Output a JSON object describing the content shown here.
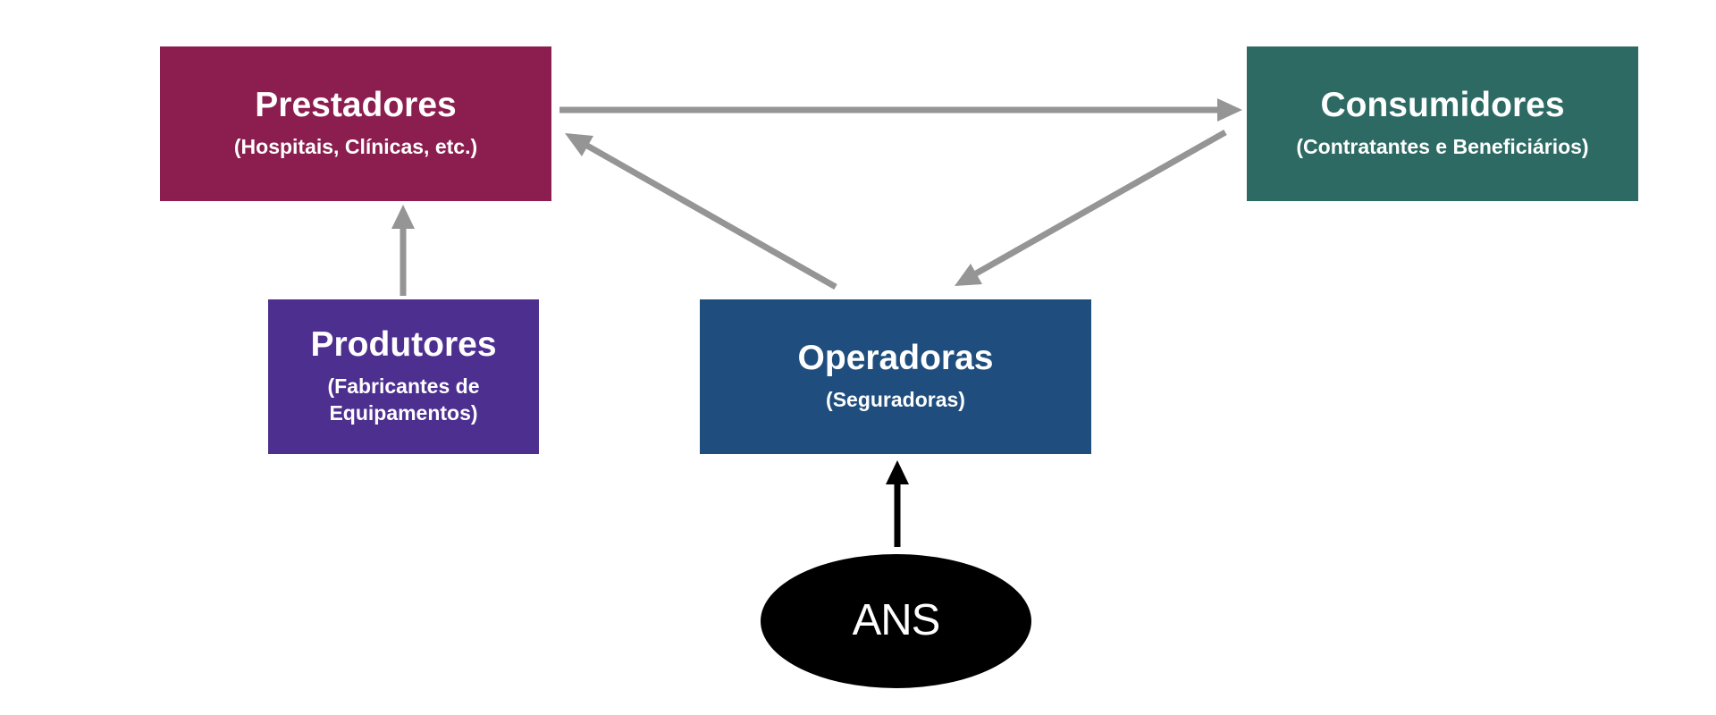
{
  "diagram": {
    "nodes": {
      "prestadores": {
        "title": "Prestadores",
        "subtitle": "(Hospitais, Clínicas, etc.)",
        "color": "#8B1E4E"
      },
      "consumidores": {
        "title": "Consumidores",
        "subtitle": "(Contratantes e Beneficiários)",
        "color": "#2D6A63"
      },
      "produtores": {
        "title": "Produtores",
        "subtitle": "(Fabricantes de Equipamentos)",
        "color": "#4D2F8F"
      },
      "operadoras": {
        "title": "Operadoras",
        "subtitle": "(Seguradoras)",
        "color": "#1F4E7E"
      },
      "ans": {
        "title": "ANS",
        "color": "#000000"
      }
    },
    "edges": [
      {
        "from": "prestadores",
        "to": "consumidores",
        "color": "#959595"
      },
      {
        "from": "consumidores",
        "to": "operadoras",
        "color": "#959595"
      },
      {
        "from": "operadoras",
        "to": "prestadores",
        "color": "#959595"
      },
      {
        "from": "produtores",
        "to": "prestadores",
        "color": "#959595"
      },
      {
        "from": "ans",
        "to": "operadoras",
        "color": "#000000"
      }
    ]
  }
}
